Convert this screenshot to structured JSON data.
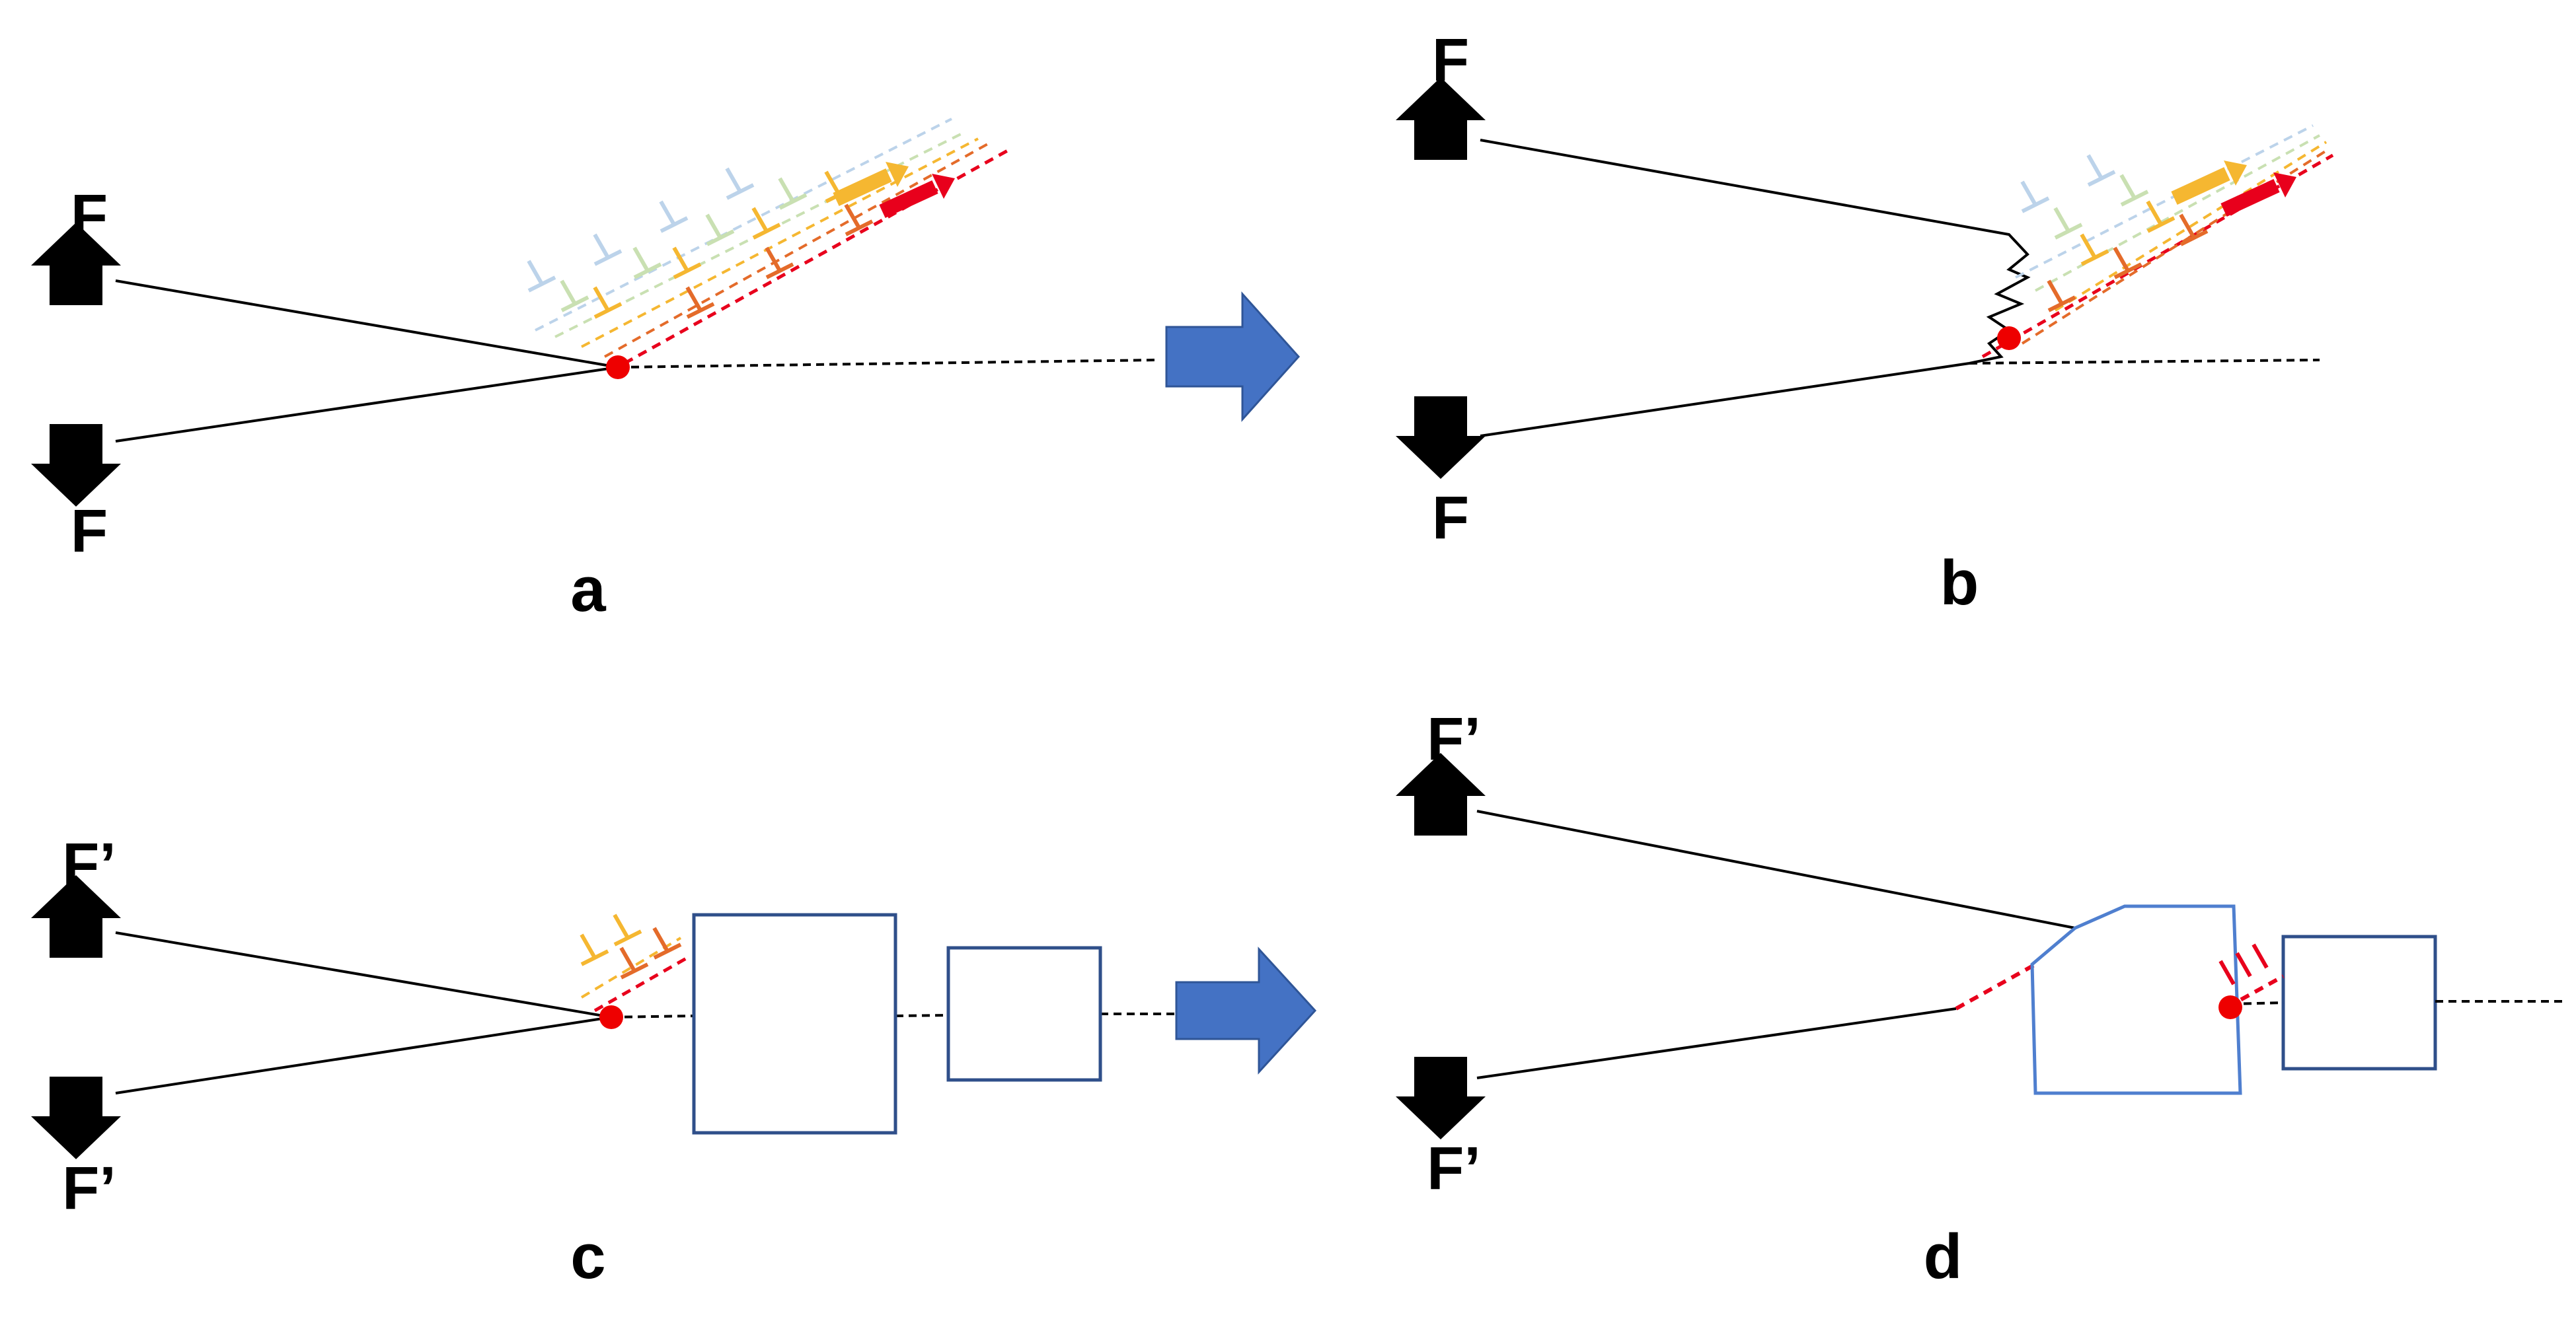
{
  "panels": [
    {
      "id": "a",
      "label": "a",
      "force_top": "F",
      "force_bottom": "F"
    },
    {
      "id": "b",
      "label": "b",
      "force_top": "F",
      "force_bottom": "F"
    },
    {
      "id": "c",
      "label": "c",
      "force_top": "F’",
      "force_bottom": "F’"
    },
    {
      "id": "d",
      "label": "d",
      "force_top": "F’",
      "force_bottom": "F’"
    }
  ],
  "colors": {
    "crack_tip": "#ee0000",
    "transition_arrow": "#4472c4",
    "obstacle": "#2f4f8a",
    "dislocation_shades": [
      "#e8001c",
      "#e46b2a",
      "#f5b731",
      "#c9e0b2",
      "#bcd3ea"
    ]
  },
  "icons": [
    "force-up-arrow-icon",
    "force-down-arrow-icon",
    "transition-arrow-icon",
    "crack-tip-dot-icon"
  ]
}
